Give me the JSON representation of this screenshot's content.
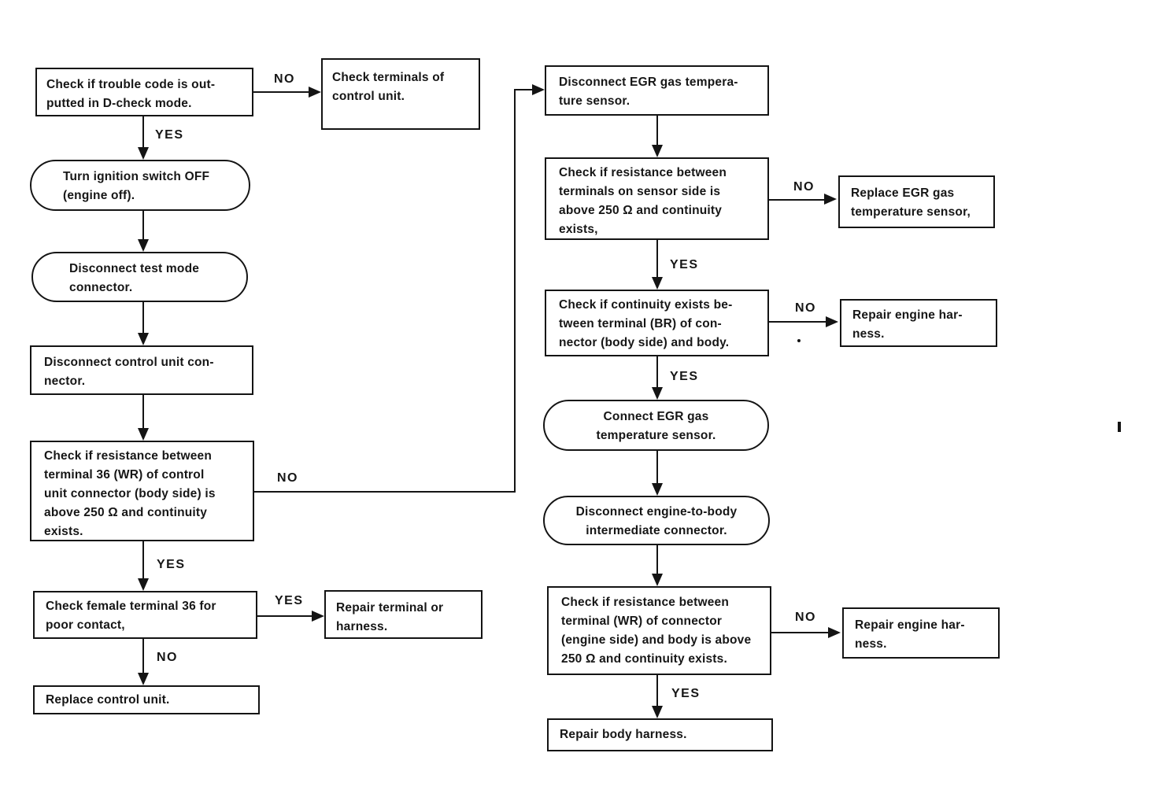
{
  "diagram_type": "flowchart",
  "labels": {
    "yes": "YES",
    "no": "NO"
  },
  "colors": {
    "ink": "#141414",
    "paper": "#ffffff"
  },
  "nodes": {
    "check_trouble_code": {
      "shape": "process",
      "text": "Check if trouble code is outputted in D-check mode.",
      "lines": [
        "Check if trouble code is out-",
        "putted in D-check mode."
      ]
    },
    "check_terminals": {
      "shape": "process",
      "text": "Check terminals of control unit.",
      "lines": [
        "Check terminals of",
        "control unit."
      ]
    },
    "turn_ignition_off": {
      "shape": "terminal",
      "text": "Turn ignition switch OFF (engine off).",
      "lines": [
        "Turn ignition switch OFF",
        "(engine off)."
      ]
    },
    "disconnect_test_mode": {
      "shape": "terminal",
      "text": "Disconnect test mode connector.",
      "lines": [
        "Disconnect test mode",
        "connector."
      ]
    },
    "disconnect_control_unit": {
      "shape": "process",
      "text": "Disconnect control unit connector.",
      "lines": [
        "Disconnect control unit con-",
        "nector."
      ]
    },
    "check_resistance_36": {
      "shape": "decision",
      "text": "Check if resistance between terminal 36 (WR) of control unit connector (body side) is above 250 Ω and continuity exists.",
      "lines": [
        "Check if resistance between",
        "terminal 36 (WR) of control",
        "unit connector (body side) is",
        "above 250 Ω and continuity",
        "exists."
      ]
    },
    "check_female_36": {
      "shape": "decision",
      "text": "Check female terminal 36 for poor contact,",
      "lines": [
        "Check female terminal 36 for",
        "poor contact,"
      ]
    },
    "repair_terminal_harness": {
      "shape": "process",
      "text": "Repair terminal or harness.",
      "lines": [
        "Repair terminal or",
        "harness."
      ]
    },
    "replace_control_unit": {
      "shape": "process",
      "text": "Replace control unit.",
      "lines": [
        "Replace control unit."
      ]
    },
    "disconnect_egr_sensor": {
      "shape": "process",
      "text": "Disconnect EGR gas temperature sensor.",
      "lines": [
        "Disconnect EGR gas tempera-",
        "ture sensor."
      ]
    },
    "check_sensor_resistance": {
      "shape": "decision",
      "text": "Check if resistance between terminals on sensor side is above 250 Ω and continuity exists,",
      "lines": [
        "Check if resistance between",
        "terminals on sensor side is",
        "above 250 Ω and continuity",
        "exists,"
      ]
    },
    "replace_egr_sensor": {
      "shape": "process",
      "text": "Replace EGR gas temperature sensor,",
      "lines": [
        "Replace EGR gas",
        "temperature sensor,"
      ]
    },
    "check_continuity_br": {
      "shape": "decision",
      "text": "Check if continuity exists between terminal (BR) of connector (body side) and body.",
      "lines": [
        "Check if continuity exists be-",
        "tween terminal (BR) of con-",
        "nector (body side) and body."
      ]
    },
    "repair_engine_harness_1": {
      "shape": "process",
      "text": "Repair engine harness.",
      "lines": [
        "Repair engine har-",
        "ness."
      ]
    },
    "connect_egr_sensor": {
      "shape": "terminal",
      "text": "Connect EGR gas temperature sensor.",
      "lines": [
        "Connect EGR gas",
        "temperature sensor."
      ]
    },
    "disconnect_engine_body": {
      "shape": "terminal",
      "text": "Disconnect engine-to-body intermediate connector.",
      "lines": [
        "Disconnect engine-to-body",
        "intermediate connector."
      ]
    },
    "check_resistance_wr": {
      "shape": "decision",
      "text": "Check if resistance between terminal (WR) of connector (engine side) and body is above 250 Ω and continuity exists.",
      "lines": [
        "Check if resistance between",
        "terminal (WR) of connector",
        "(engine side) and body is above",
        "250 Ω and continuity exists."
      ]
    },
    "repair_engine_harness_2": {
      "shape": "process",
      "text": "Repair engine harness.",
      "lines": [
        "Repair engine har-",
        "ness."
      ]
    },
    "repair_body_harness": {
      "shape": "process",
      "text": "Repair body harness.",
      "lines": [
        "Repair body harness."
      ]
    }
  },
  "edges": [
    {
      "from": "check_trouble_code",
      "to": "check_terminals",
      "label": "NO"
    },
    {
      "from": "check_trouble_code",
      "to": "turn_ignition_off",
      "label": "YES"
    },
    {
      "from": "turn_ignition_off",
      "to": "disconnect_test_mode",
      "label": ""
    },
    {
      "from": "disconnect_test_mode",
      "to": "disconnect_control_unit",
      "label": ""
    },
    {
      "from": "disconnect_control_unit",
      "to": "check_resistance_36",
      "label": ""
    },
    {
      "from": "check_resistance_36",
      "to": "check_female_36",
      "label": "YES"
    },
    {
      "from": "check_resistance_36",
      "to": "disconnect_egr_sensor",
      "label": "NO"
    },
    {
      "from": "check_female_36",
      "to": "repair_terminal_harness",
      "label": "YES"
    },
    {
      "from": "check_female_36",
      "to": "replace_control_unit",
      "label": "NO"
    },
    {
      "from": "disconnect_egr_sensor",
      "to": "check_sensor_resistance",
      "label": ""
    },
    {
      "from": "check_sensor_resistance",
      "to": "replace_egr_sensor",
      "label": "NO"
    },
    {
      "from": "check_sensor_resistance",
      "to": "check_continuity_br",
      "label": "YES"
    },
    {
      "from": "check_continuity_br",
      "to": "repair_engine_harness_1",
      "label": "NO"
    },
    {
      "from": "check_continuity_br",
      "to": "connect_egr_sensor",
      "label": "YES"
    },
    {
      "from": "connect_egr_sensor",
      "to": "disconnect_engine_body",
      "label": ""
    },
    {
      "from": "disconnect_engine_body",
      "to": "check_resistance_wr",
      "label": ""
    },
    {
      "from": "check_resistance_wr",
      "to": "repair_engine_harness_2",
      "label": "NO"
    },
    {
      "from": "check_resistance_wr",
      "to": "repair_body_harness",
      "label": "YES"
    }
  ]
}
